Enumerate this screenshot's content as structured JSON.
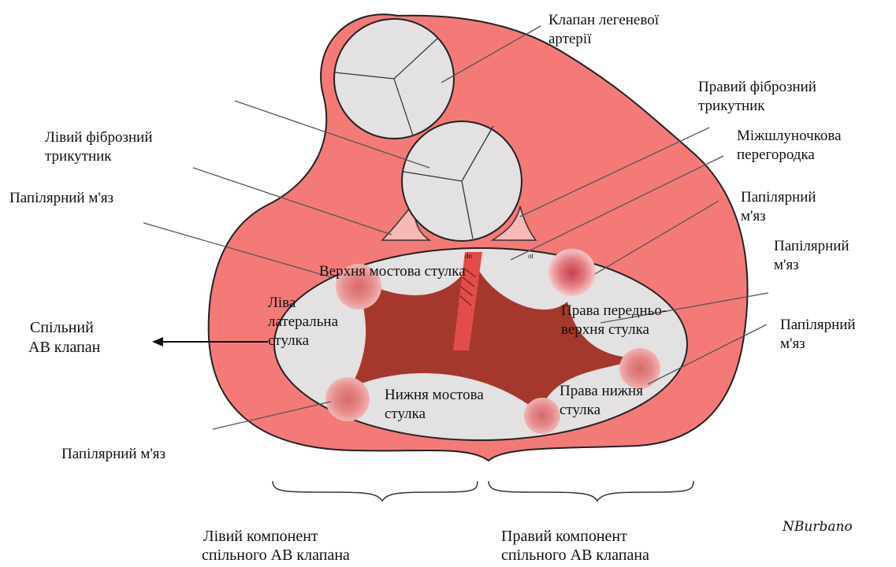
{
  "colors": {
    "heart": "#f47a78",
    "heart_outline": "#222222",
    "valve_fill": "#e3e1e1",
    "leaflet_tissue": "#a5382c",
    "septum": "#e24c4a",
    "papillary": "#e58b8b",
    "leader": "#555555"
  },
  "labels": {
    "pulmonary_valve": [
      "Клапан легеневої",
      "артерії"
    ],
    "right_fibrous_trigone": [
      "Правий фіброзний",
      "трикутник"
    ],
    "interventricular_septum": [
      "Міжшлуночкова",
      "перегородка"
    ],
    "left_fibrous_trigone": [
      "Лівий фіброзний",
      "трикутник"
    ],
    "papillary_left_upper": "Папілярний м'яз",
    "papillary_right_1": [
      "Папілярний",
      "м'яз"
    ],
    "papillary_right_2": [
      "Папілярний",
      "м'яз"
    ],
    "papillary_right_3": [
      "Папілярний",
      "м'яз"
    ],
    "papillary_bottom": "Папілярний м'яз",
    "common_av_valve": [
      "Спільний",
      "АВ клапан"
    ],
    "superior_bridging": "Верхня мостова стулка",
    "left_lateral": [
      "Ліва",
      "латеральна",
      "стулка"
    ],
    "right_anterosuperior": [
      "Права передньо-",
      "верхня стулка"
    ],
    "inferior_bridging": [
      "Нижня мостова",
      "стулка"
    ],
    "right_inferior": [
      "Права нижня",
      "стулка"
    ],
    "septum_small_1": "do",
    "septum_small_2": "ot",
    "left_component": [
      "Лівий компонент",
      "спільного АВ клапана"
    ],
    "right_component": [
      "Правий компонент",
      "спільного АВ клапана"
    ],
    "signature": "NBurbano"
  }
}
